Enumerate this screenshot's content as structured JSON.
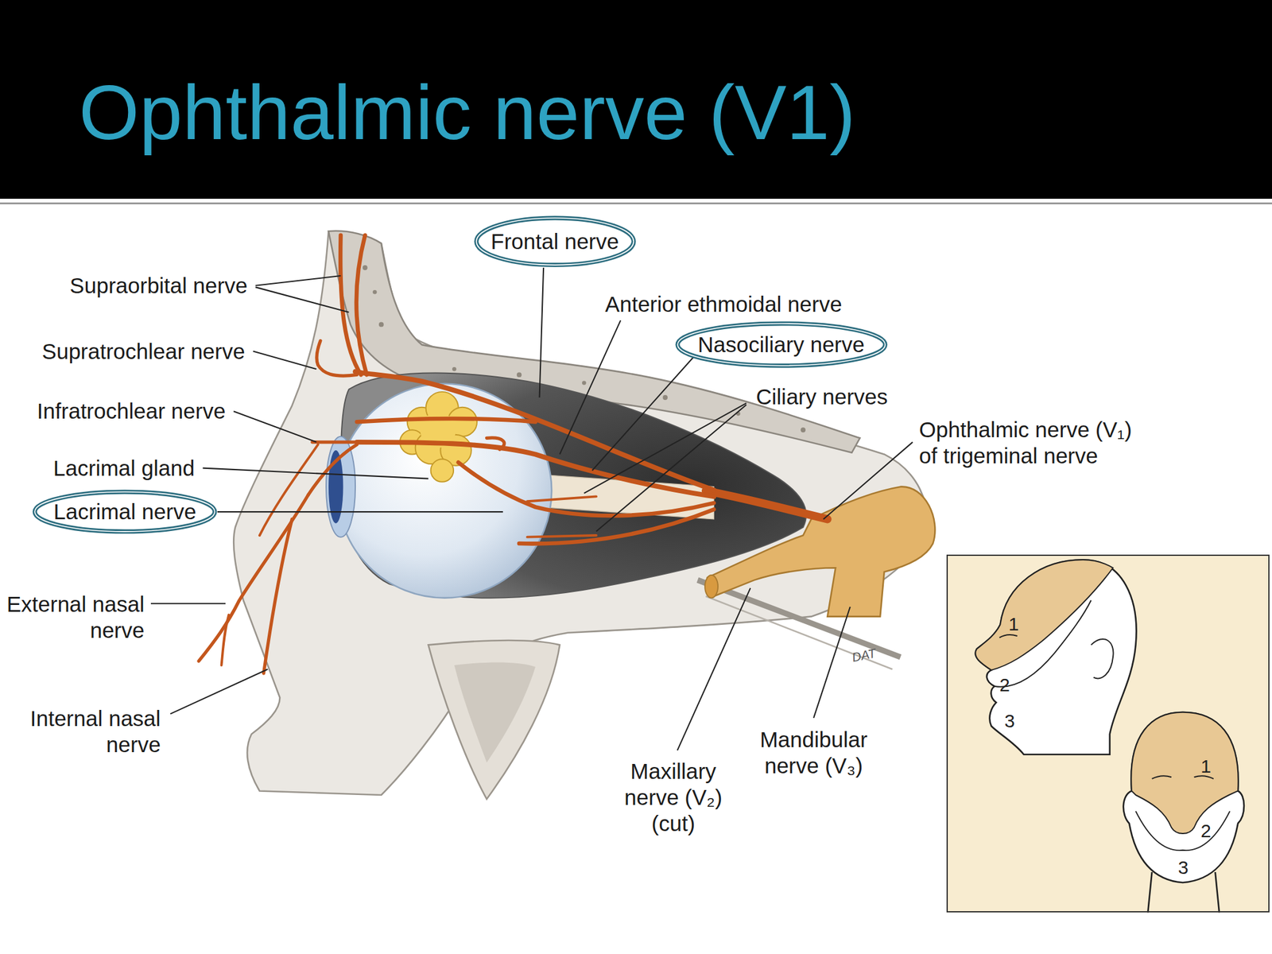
{
  "diagram": {
    "title": "Ophthalmic nerve (V1)",
    "nodes": [
      {
        "text": [
          "Frontal nerve"
        ]
      },
      {
        "text": [
          "Nasociliary nerve"
        ]
      },
      {
        "text": [
          "Lacrimal nerve"
        ]
      },
      {
        "text": [
          "1",
          "2",
          "3",
          "1",
          "2",
          "3"
        ]
      }
    ],
    "labels": [
      "Supraorbital nerve",
      "Supratrochlear nerve",
      "Infratrochlear nerve",
      "Lacrimal gland",
      "External nasal nerve",
      "Internal nasal nerve",
      "Anterior ethmoidal nerve",
      "Ciliary nerves",
      "Ophthalmic nerve (V₁) of trigeminal nerve",
      "Maxillary nerve (V₂) (cut)",
      "Mandibular nerve (V₃)",
      "DAT"
    ]
  }
}
